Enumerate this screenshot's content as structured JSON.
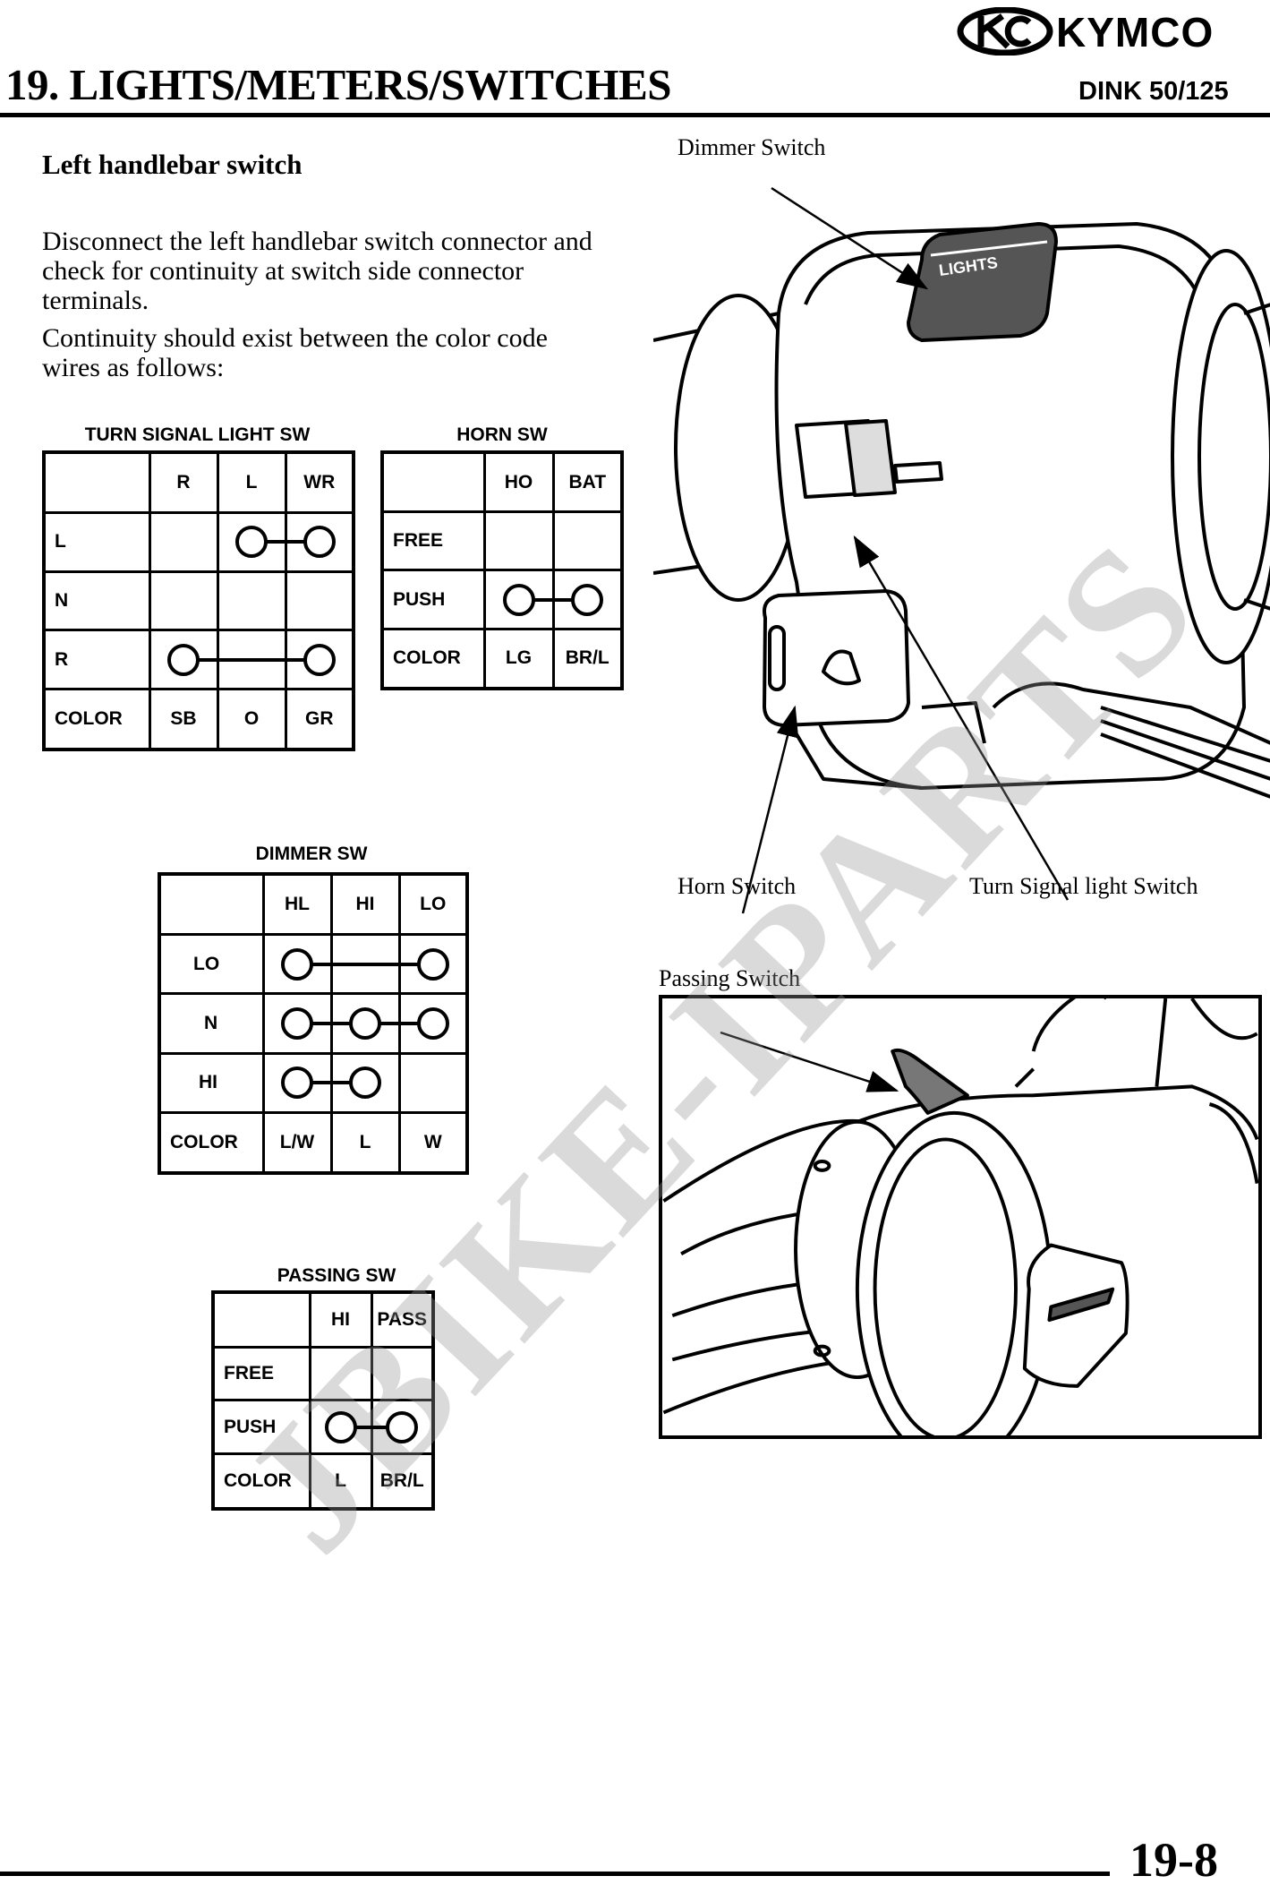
{
  "header": {
    "brand": "KYMCO",
    "chapter_title": "19. LIGHTS/METERS/SWITCHES",
    "model": "DINK 50/125"
  },
  "section": {
    "heading": "Left handlebar switch",
    "paragraph_1": "Disconnect the left handlebar switch connector and check for continuity at switch side connector terminals.",
    "paragraph_2": "Continuity should exist between the color code wires as follows:"
  },
  "tables": {
    "turn_signal": {
      "title": "TURN SIGNAL LIGHT SW",
      "columns": [
        "R",
        "L",
        "WR"
      ],
      "rows": [
        "L",
        "N",
        "R"
      ],
      "color_label": "COLOR",
      "colors": [
        "SB",
        "O",
        "GR"
      ]
    },
    "horn": {
      "title": "HORN SW",
      "columns": [
        "HO",
        "BAT"
      ],
      "rows": [
        "FREE",
        "PUSH"
      ],
      "color_label": "COLOR",
      "colors": [
        "LG",
        "BR/L"
      ]
    },
    "dimmer": {
      "title": "DIMMER SW",
      "columns": [
        "HL",
        "HI",
        "LO"
      ],
      "rows": [
        "LO",
        "N",
        "HI"
      ],
      "color_label": "COLOR",
      "colors": [
        "L/W",
        "L",
        "W"
      ]
    },
    "passing": {
      "title": "PASSING SW",
      "columns": [
        "HI",
        "PASS"
      ],
      "rows": [
        "FREE",
        "PUSH"
      ],
      "color_label": "COLOR",
      "colors": [
        "L",
        "BR/L"
      ]
    }
  },
  "figure_labels": {
    "dimmer_switch": "Dimmer Switch",
    "horn_switch": "Horn Switch",
    "turn_signal_switch": "Turn Signal light Switch",
    "passing_switch": "Passing Switch",
    "lights_text": "LIGHTS"
  },
  "watermark": "JBIKE-IPARTS",
  "footer": {
    "page_number": "19-8"
  }
}
